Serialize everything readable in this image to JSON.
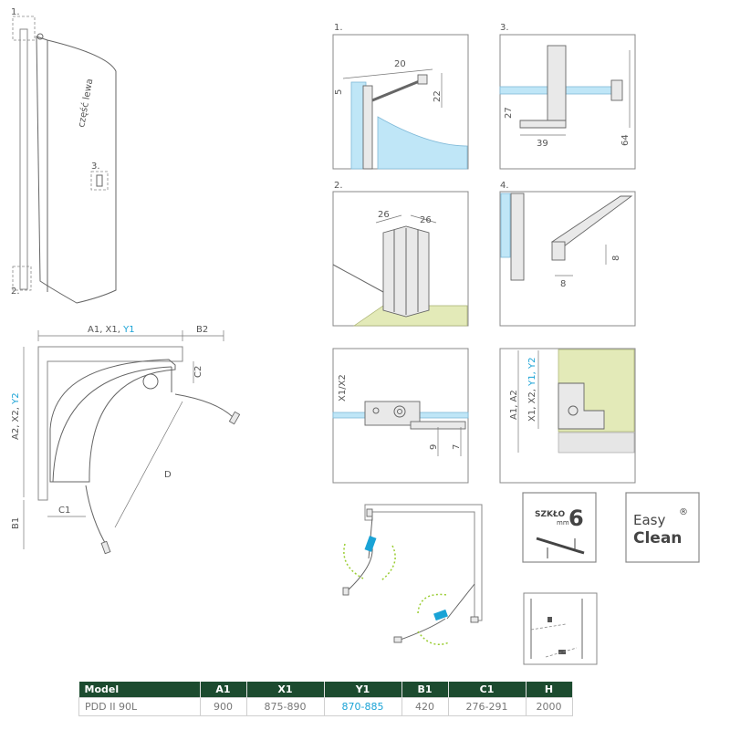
{
  "panel_left_label": "część lewa",
  "callout_labels": {
    "c1": "1.",
    "c2": "2.",
    "c3": "3."
  },
  "plan": {
    "top_dim_prefix": "A1, X1, ",
    "top_dim_blue": "Y1",
    "b2": "B2",
    "side_dim_prefix": "A2, X2, ",
    "side_dim_blue": "Y2",
    "c2": "C2",
    "d": "D",
    "c1": "C1",
    "b1": "B1"
  },
  "details": {
    "d1": {
      "num": "1.",
      "dim_a": "20",
      "dim_b": "5",
      "dim_c": "22"
    },
    "d2": {
      "num": "2.",
      "dim_a": "26",
      "dim_b": "26"
    },
    "d3": {
      "num": "3.",
      "dim_a": "27",
      "dim_b": "39",
      "dim_c": "64"
    },
    "d4": {
      "num": "4.",
      "dim_a": "8",
      "dim_b": "8"
    },
    "d5": {
      "label": "X1/X2",
      "dim_a": "9",
      "dim_b": "7"
    },
    "d6": {
      "label_a": "A1, A2",
      "label_b_prefix": "X1, X2, ",
      "label_b_blue": "Y1, Y2"
    }
  },
  "badges": {
    "glass": {
      "line1": "SZKŁO",
      "unit": "mm",
      "value": "6"
    },
    "easy": {
      "line1": "Easy",
      "line2": "Clean",
      "reg": "®"
    }
  },
  "table": {
    "headers": [
      "Model",
      "A1",
      "X1",
      "Y1",
      "B1",
      "C1",
      "H"
    ],
    "row": [
      "PDD II 90L",
      "900",
      "875-890",
      "870-885",
      "420",
      "276-291",
      "2000"
    ]
  },
  "colors": {
    "header_bg": "#1c4b2f",
    "accent_blue": "#1aa3d6",
    "glass": "#bfe6f7",
    "wall": "#e3eab8"
  }
}
